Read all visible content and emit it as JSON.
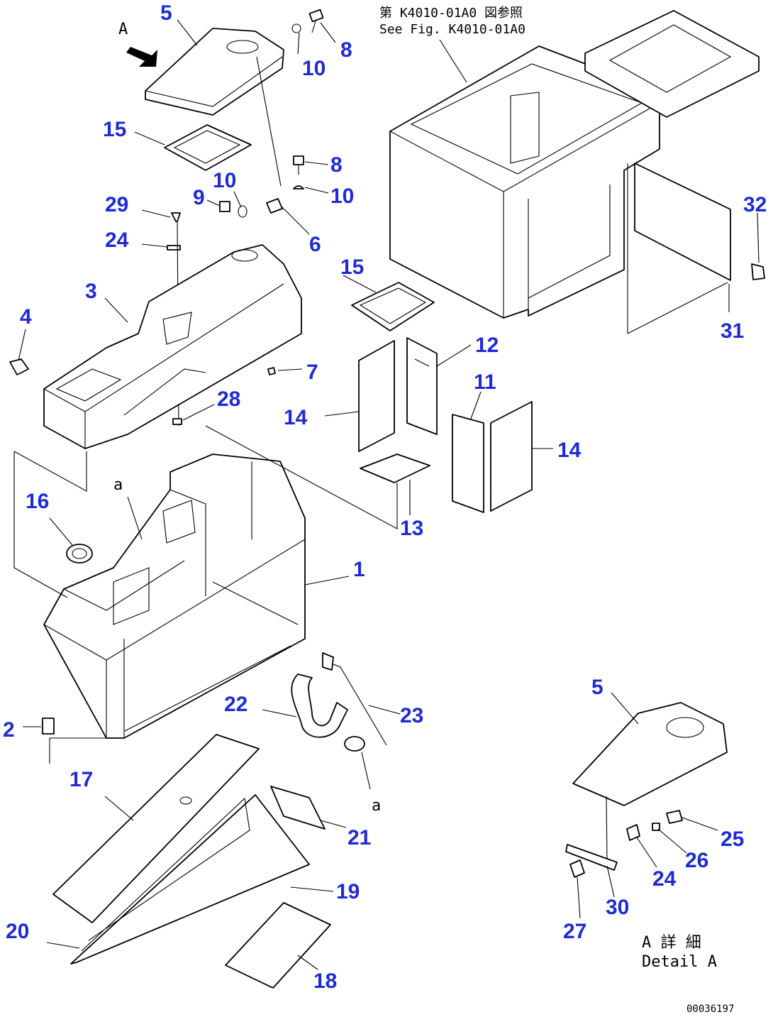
{
  "reference_note": {
    "line1": "第 K4010-01A0 図参照",
    "line2": "See Fig. K4010-01A0"
  },
  "view_label": "A",
  "detail_label": {
    "line1": "A 詳 細",
    "line2": "Detail A"
  },
  "section_marks": [
    "a",
    "a"
  ],
  "drawing_number": "00036197",
  "callouts": [
    {
      "id": "c-5-top",
      "text": "5"
    },
    {
      "id": "c-8-top",
      "text": "8"
    },
    {
      "id": "c-10-top",
      "text": "10"
    },
    {
      "id": "c-15-left",
      "text": "15"
    },
    {
      "id": "c-8-mid",
      "text": "8"
    },
    {
      "id": "c-10-mid-l",
      "text": "10"
    },
    {
      "id": "c-10-mid-r",
      "text": "10"
    },
    {
      "id": "c-29",
      "text": "29"
    },
    {
      "id": "c-9",
      "text": "9"
    },
    {
      "id": "c-24-top",
      "text": "24"
    },
    {
      "id": "c-6",
      "text": "6"
    },
    {
      "id": "c-3",
      "text": "3"
    },
    {
      "id": "c-4",
      "text": "4"
    },
    {
      "id": "c-7",
      "text": "7"
    },
    {
      "id": "c-28",
      "text": "28"
    },
    {
      "id": "c-15-mid",
      "text": "15"
    },
    {
      "id": "c-32",
      "text": "32"
    },
    {
      "id": "c-31",
      "text": "31"
    },
    {
      "id": "c-12",
      "text": "12"
    },
    {
      "id": "c-11",
      "text": "11"
    },
    {
      "id": "c-14-left",
      "text": "14"
    },
    {
      "id": "c-14-right",
      "text": "14"
    },
    {
      "id": "c-13",
      "text": "13"
    },
    {
      "id": "c-16",
      "text": "16"
    },
    {
      "id": "c-1",
      "text": "1"
    },
    {
      "id": "c-2",
      "text": "2"
    },
    {
      "id": "c-22",
      "text": "22"
    },
    {
      "id": "c-23",
      "text": "23"
    },
    {
      "id": "c-17",
      "text": "17"
    },
    {
      "id": "c-21",
      "text": "21"
    },
    {
      "id": "c-19",
      "text": "19"
    },
    {
      "id": "c-20",
      "text": "20"
    },
    {
      "id": "c-18",
      "text": "18"
    },
    {
      "id": "c-5-detail",
      "text": "5"
    },
    {
      "id": "c-25",
      "text": "25"
    },
    {
      "id": "c-26",
      "text": "26"
    },
    {
      "id": "c-24-detail",
      "text": "24"
    },
    {
      "id": "c-30",
      "text": "30"
    },
    {
      "id": "c-27",
      "text": "27"
    }
  ]
}
